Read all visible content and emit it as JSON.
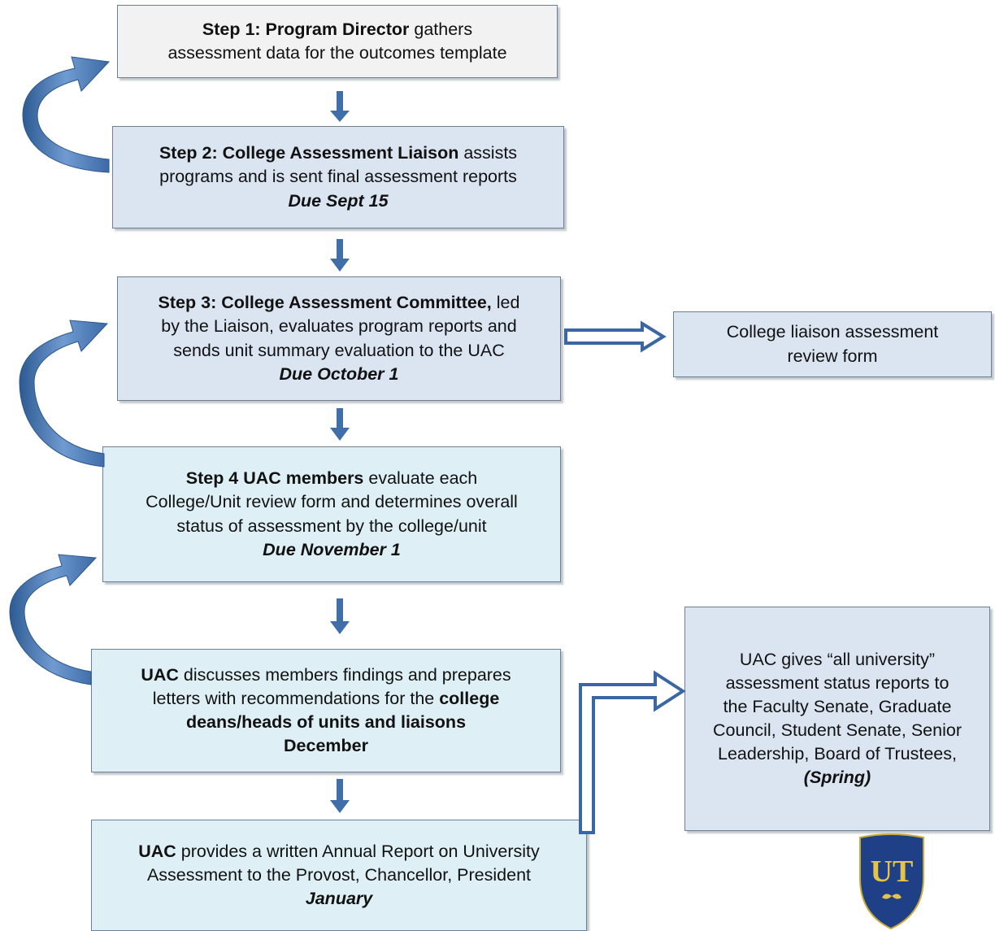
{
  "step1": {
    "bold": "Step 1:  Program Director",
    "text1": " gathers",
    "text2": "assessment data for the outcomes template"
  },
  "step2": {
    "bold": "Step 2:  College Assessment Liaison",
    "text1": " assists",
    "text2": "programs and is sent final assessment reports",
    "due": "Due Sept 15"
  },
  "step3": {
    "bold": "Step 3:  College Assessment Committee,",
    "text1": " led",
    "text2": "by the Liaison, evaluates program reports and",
    "text3": "sends unit  summary evaluation to the UAC",
    "due": "Due October 1"
  },
  "step4": {
    "bold": "Step 4  UAC members",
    "text1": " evaluate each",
    "text2": "College/Unit review form and determines overall",
    "text3": "status of assessment by the college/unit",
    "due": "Due November 1"
  },
  "step5": {
    "bold": "UAC",
    "text1": " discusses members findings and prepares",
    "text2": "letters with recommendations for the ",
    "bold2": "college",
    "bold3": "deans/heads of units and liaisons",
    "due": "December"
  },
  "step6": {
    "bold": "UAC",
    "text1": " provides a written Annual Report on University",
    "text2": "Assessment to the Provost, Chancellor, President",
    "due": "January"
  },
  "review_form": {
    "line1": "College liaison assessment",
    "line2": "review form"
  },
  "all_university": {
    "line1": "UAC gives “all university”",
    "line2": "assessment status reports to",
    "line3": "the Faculty Senate, Graduate",
    "line4": "Council, Student Senate, Senior",
    "line5": "Leadership, Board of Trustees,",
    "due": "(Spring)"
  },
  "logo": {
    "letters": "UT",
    "colors": {
      "shield": "#1f3f86",
      "gold": "#e3c34a"
    }
  },
  "colors": {
    "arrow": "#4a7ab8",
    "arrow_dark": "#2e5a93"
  }
}
